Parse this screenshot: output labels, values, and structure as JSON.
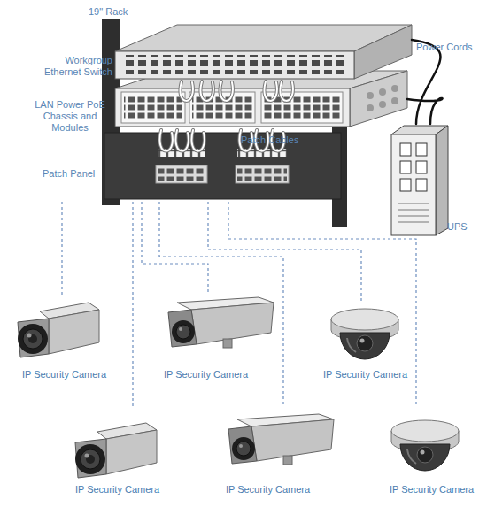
{
  "diagram": {
    "nodes": [
      {
        "text": [
          "19\" Rack"
        ]
      },
      {
        "text": [
          "Workgroup Ethernet Switch"
        ],
        "in": 0
      },
      {
        "text": [
          "LAN Power PoE Chassis and Modules"
        ],
        "in": 0
      },
      {
        "text": [
          "Patch Panel"
        ],
        "in": 0
      },
      {
        "text": [
          "UPS"
        ]
      },
      {
        "text": [
          "IP Security Camera"
        ]
      },
      {
        "text": [
          "IP Security Camera"
        ]
      },
      {
        "text": [
          "IP Security Camera"
        ]
      },
      {
        "text": [
          "IP Security Camera"
        ]
      },
      {
        "text": [
          "IP Security Camera"
        ]
      },
      {
        "text": [
          "IP Security Camera"
        ]
      }
    ],
    "edges": [
      {
        "from": 4,
        "to": 1,
        "arrow": "none"
      },
      {
        "from": 4,
        "to": 2,
        "arrow": "none"
      },
      {
        "from": 1,
        "to": 2,
        "arrow": "none"
      },
      {
        "from": 2,
        "to": 3,
        "arrow": "none"
      },
      {
        "from": 3,
        "to": 5,
        "arrow": "none"
      },
      {
        "from": 3,
        "to": 6,
        "arrow": "none"
      },
      {
        "from": 3,
        "to": 7,
        "arrow": "none"
      },
      {
        "from": 3,
        "to": 8,
        "arrow": "none"
      },
      {
        "from": 3,
        "to": 9,
        "arrow": "none"
      },
      {
        "from": 3,
        "to": 10,
        "arrow": "none"
      }
    ],
    "labels": [
      "Power Cords",
      "Patch Cables"
    ]
  }
}
